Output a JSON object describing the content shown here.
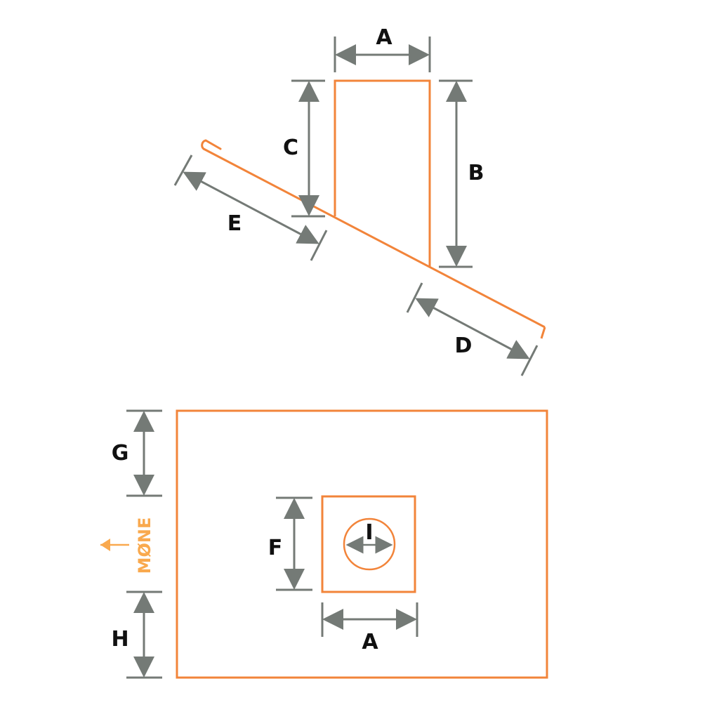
{
  "colors": {
    "outline": "#F2843A",
    "dimension": "#747A76",
    "label": "#111111",
    "ridge": "#F9A94E",
    "background": "#FFFFFF"
  },
  "side_view": {
    "labels": {
      "A": "A",
      "B": "B",
      "C": "C",
      "D": "D",
      "E": "E"
    }
  },
  "top_view": {
    "labels": {
      "G": "G",
      "H": "H",
      "F": "F",
      "A": "A",
      "I": "I"
    },
    "ridge_label": "MØNE",
    "ridge_arrow_icon": "arrow-left-icon"
  }
}
